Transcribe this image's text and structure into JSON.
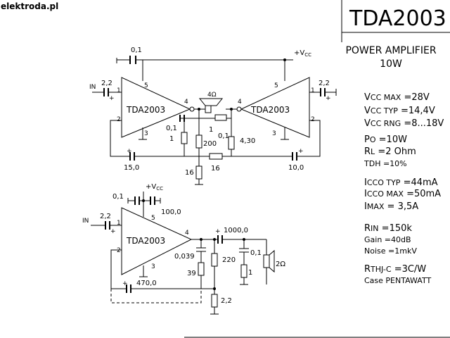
{
  "source": "elektroda.pl",
  "title": "TDA2003",
  "subtitle": "POWER AMPLIFIER",
  "power": "10W",
  "specs": {
    "vcc_max": "=28V",
    "vcc_typ": "=14,4V",
    "vcc_rng": "=8...18V",
    "po": "=10W",
    "rl": "=2 Ohm",
    "tdh": "=10%",
    "icco_typ": "=44mA",
    "icco_max": "=50mA",
    "imax": "=    3,5A",
    "rin": "=150k",
    "gain": "=40dB",
    "noise": "=1mkV",
    "rthj": "=3C/W",
    "case": "Case PENTAWATT"
  },
  "top": {
    "c_top": "0,1",
    "vcc": "+V",
    "vcc_sub": "CC",
    "in": "IN",
    "c_in_l": "2,2",
    "c_in_r": "2,2",
    "ic_l": "TDA2003",
    "ic_r": "TDA2003",
    "spk": "4Ω",
    "c_out_l": "0,1",
    "c_out_r": "0,1",
    "r1_l": "1",
    "r1_m": "1",
    "r200": "200",
    "r430": "4,30",
    "r16_l": "16",
    "r16_m": "16",
    "c15": "15,0",
    "c10": "10,0",
    "pin1": "1",
    "pin2": "2",
    "pin3": "3",
    "pin4": "4",
    "pin5": "5",
    "plus": "+"
  },
  "bottom": {
    "c01": "0,1",
    "vcc": "+V",
    "vcc_sub": "CC",
    "c100": "100,0",
    "in": "IN",
    "c_in": "2,2",
    "ic": "TDA2003",
    "c1000": "1000,0",
    "c0039": "0,039",
    "r220": "220",
    "c01b": "0,1",
    "r39": "39",
    "r1": "1",
    "spk": "2Ω",
    "c470": "470,0",
    "r22": "2,2",
    "pin1": "1",
    "pin2": "2",
    "pin3": "3",
    "pin4": "4",
    "pin5": "5",
    "plus": "+"
  }
}
